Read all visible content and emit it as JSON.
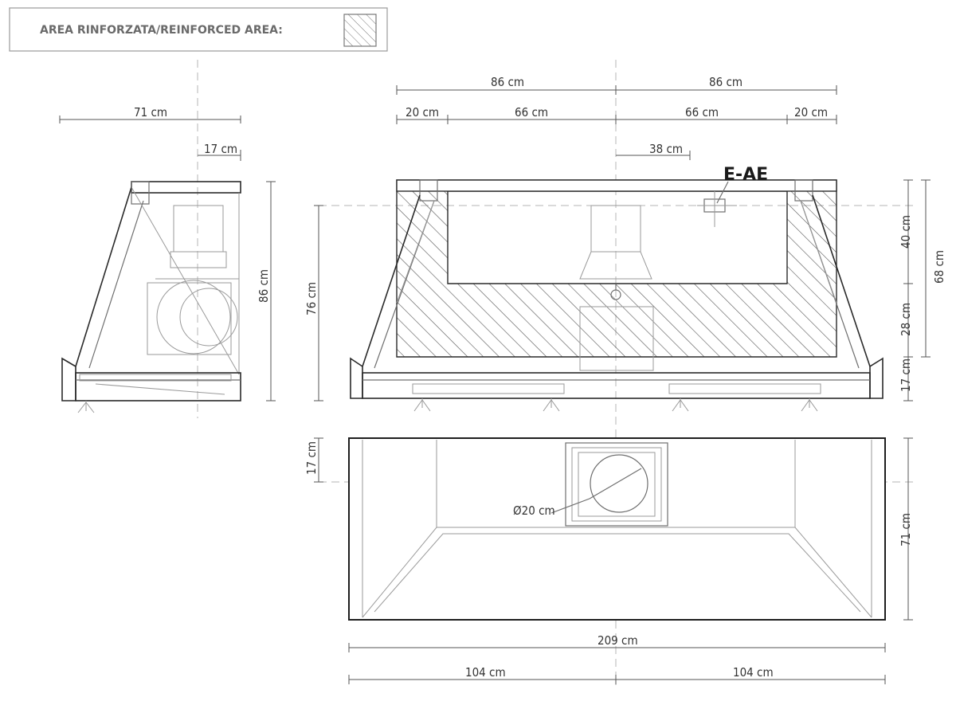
{
  "legend": {
    "label": "AREA RINFORZATA/REINFORCED AREA:",
    "swatch": "hatch-swatch"
  },
  "labels": {
    "marker": "E-AE",
    "diameter": "Ø20 cm"
  },
  "dimensions": {
    "side_width": "71 cm",
    "side_top": "17 cm",
    "side_height": "86 cm",
    "front_left_half": "86 cm",
    "front_right_half": "86 cm",
    "front_left_edge": "20 cm",
    "front_left_mid": "66 cm",
    "front_right_mid": "66 cm",
    "front_right_edge": "20 cm",
    "front_offset": "38 cm",
    "front_height": "76 cm",
    "right_top": "40 cm",
    "right_mid": "28 cm",
    "right_bottom": "17 cm",
    "right_total": "68 cm",
    "plan_left": "17 cm",
    "plan_right": "71 cm",
    "plan_total": "209 cm",
    "plan_left_half": "104 cm",
    "plan_right_half": "104 cm"
  },
  "colors": {
    "line": "#2a2a2a",
    "hatch": "#555555",
    "legend_text": "#6a6a6a"
  }
}
